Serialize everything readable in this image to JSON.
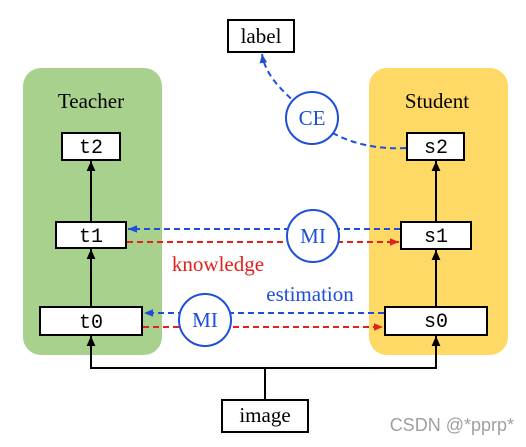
{
  "label_node": "label",
  "input_node": "image",
  "teacher": {
    "title": "Teacher",
    "nodes": [
      "t2",
      "t1",
      "t0"
    ]
  },
  "student": {
    "title": "Student",
    "nodes": [
      "s2",
      "s1",
      "s0"
    ]
  },
  "ce_estimator": "CE",
  "mi_estimators": [
    "MI",
    "MI"
  ],
  "annotations": {
    "knowledge": "knowledge",
    "estimation": "estimation"
  },
  "watermark": "CSDN @*pprp*",
  "colors": {
    "teacher_fill": "#a9d18e",
    "student_fill": "#ffd966",
    "mi_blue": "#1e4fd8",
    "knowledge_red": "#e3201b",
    "edge_black": "#000000",
    "watermark_gray": "#a0a0a0"
  }
}
